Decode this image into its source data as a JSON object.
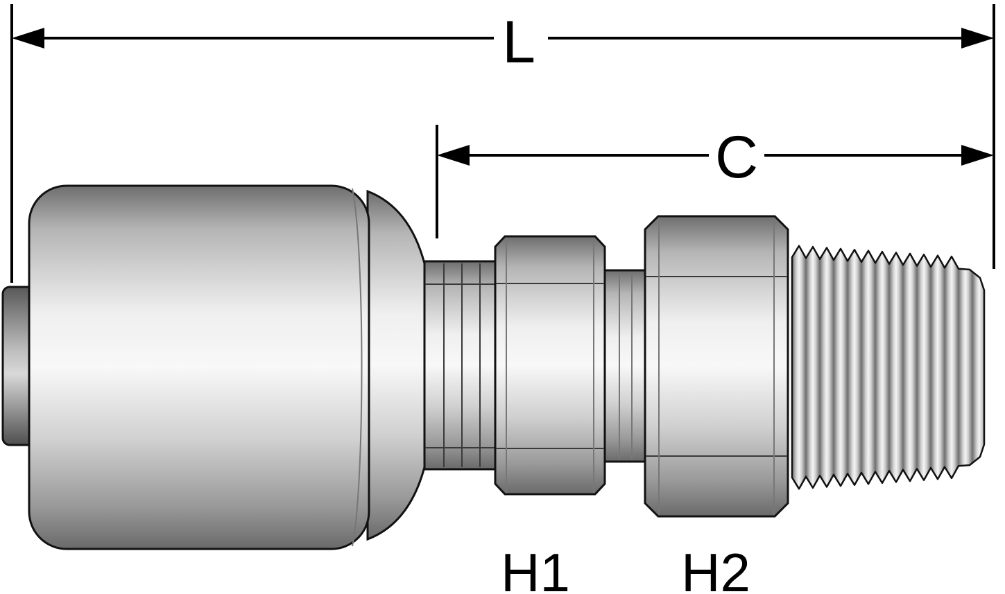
{
  "labels": {
    "length": "L",
    "cutoff": "C",
    "hex1": "H1",
    "hex2": "H2"
  },
  "colors": {
    "background": "#ffffff",
    "outline": "#111111",
    "dimension": "#000000",
    "metal_highlight": "#f8f8f8",
    "metal_mid": "#c9c9c9",
    "metal_shadow": "#6e6e6e"
  }
}
